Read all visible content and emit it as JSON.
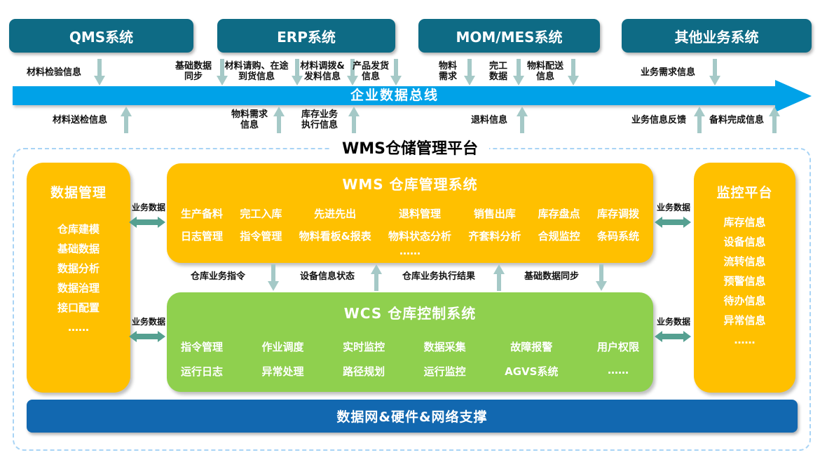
{
  "palette": {
    "system_box": "#0E6B85",
    "bus": "#00A2E8",
    "light_arrow": "#A5C9C7",
    "double_arrow": "#55A091",
    "orange_box": "#FFC000",
    "green_box": "#8FD04E",
    "foundation_bar": "#1268B0",
    "dashed_border": "#A9D4F5"
  },
  "top_systems": [
    {
      "label": "QMS系统"
    },
    {
      "label": "ERP系统"
    },
    {
      "label": "MOM/MES系统"
    },
    {
      "label": "其他业务系统"
    }
  ],
  "bus": {
    "label": "企业数据总线"
  },
  "bus_inputs": [
    {
      "label": "材料检验信息"
    },
    {
      "label": "基础数据\n同步"
    },
    {
      "label": "材料请购、在途\n到货信息"
    },
    {
      "label": "材料调拨&\n发料信息"
    },
    {
      "label": "产品发货\n信息"
    },
    {
      "label": "物料\n需求"
    },
    {
      "label": "完工\n数据"
    },
    {
      "label": "物料配送\n信息"
    },
    {
      "label": "业务需求信息"
    }
  ],
  "bus_outputs": [
    {
      "label": "材料送检信息"
    },
    {
      "label": "物料需求\n信息"
    },
    {
      "label": "库存业务\n执行信息"
    },
    {
      "label": "退料信息"
    },
    {
      "label": "业务信息反馈"
    },
    {
      "label": "备料完成信息"
    }
  ],
  "platform": {
    "title": "WMS仓储管理平台",
    "data_mgmt": {
      "title": "数据管理",
      "items": [
        "仓库建模",
        "基础数据",
        "数据分析",
        "数据治理",
        "接口配置",
        "……"
      ]
    },
    "wms": {
      "title": "WMS 仓库管理系统",
      "row1": [
        "生产备料",
        "完工入库",
        "先进先出",
        "退料管理",
        "销售出库",
        "库存盘点",
        "库存调拨"
      ],
      "row2": [
        "日志管理",
        "指令管理",
        "物料看板&报表",
        "物料状态分析",
        "齐套料分析",
        "合规监控",
        "条码系统"
      ],
      "more": "……"
    },
    "mid_links": [
      {
        "label": "仓库业务指令"
      },
      {
        "label": "设备信息状态"
      },
      {
        "label": "仓库业务执行结果"
      },
      {
        "label": "基础数据同步"
      }
    ],
    "wcs": {
      "title": "WCS 仓库控制系统",
      "row1": [
        "指令管理",
        "作业调度",
        "实时监控",
        "数据采集",
        "故障报警",
        "用户权限"
      ],
      "row2": [
        "运行日志",
        "异常处理",
        "路径规划",
        "运行监控",
        "AGVS系统",
        "……"
      ]
    },
    "monitor": {
      "title": "监控平台",
      "items": [
        "库存信息",
        "设备信息",
        "流转信息",
        "预警信息",
        "待办信息",
        "异常信息",
        "……"
      ]
    },
    "side_link_label": "业务数据",
    "foundation": {
      "label": "数据网&硬件&网络支撑"
    }
  }
}
